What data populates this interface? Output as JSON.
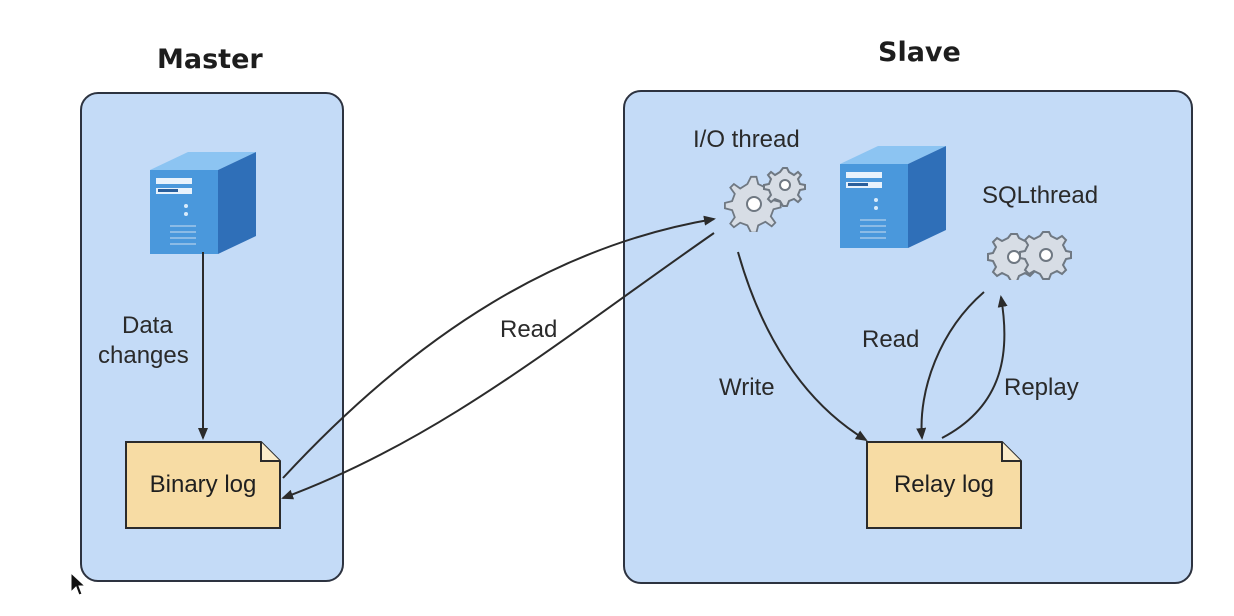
{
  "master": {
    "title": "Master",
    "data_changes_line1": "Data",
    "data_changes_line2": "changes",
    "binary_log": "Binary log"
  },
  "slave": {
    "title": "Slave",
    "io_thread": "I/O thread",
    "sql_thread": "SQLthread",
    "relay_log": "Relay log"
  },
  "edges": {
    "read_master": "Read",
    "write": "Write",
    "read_relay": "Read",
    "replay": "Replay"
  },
  "colors": {
    "panel": "#c4dbf7",
    "panel_border": "#2d3340",
    "log_fill": "#f7dca4",
    "server_blue": "#3f8fd8",
    "gear_fill": "#d7dde5",
    "arrow": "#2b2b2b"
  }
}
